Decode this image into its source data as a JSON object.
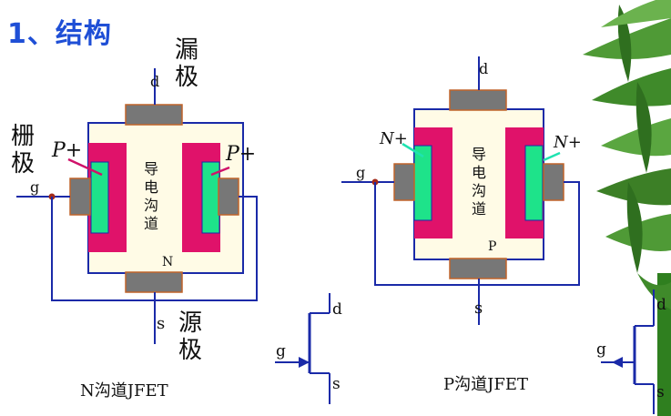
{
  "title": "1、结构",
  "n_jfet": {
    "caption": "N沟道JFET",
    "drain_label": "漏\n极",
    "gate_label": "栅\n极",
    "source_label": "源\n极",
    "pin_d": "d",
    "pin_g": "g",
    "pin_s": "s",
    "region_left": "P+",
    "region_right": "P+",
    "channel_text": "导电沟道",
    "substrate": "N"
  },
  "p_jfet": {
    "caption": "P沟道JFET",
    "pin_d": "d",
    "pin_g": "g",
    "pin_s": "s",
    "region_left": "N+",
    "region_right": "N+",
    "channel_text": "导电沟道",
    "substrate": "P"
  },
  "symbol_n": {
    "pin_d": "d",
    "pin_g": "g",
    "pin_s": "s"
  },
  "symbol_p": {
    "pin_d": "d",
    "pin_g": "g",
    "pin_s": "s"
  },
  "colors": {
    "title": "#1f4fd6",
    "outline": "#1a2aa8",
    "heavy_doped": "#e0126a",
    "depletion": "#1ee38a",
    "channel": "#fffbe6",
    "metal": "#777777",
    "leaf": "#3f8a2a"
  }
}
